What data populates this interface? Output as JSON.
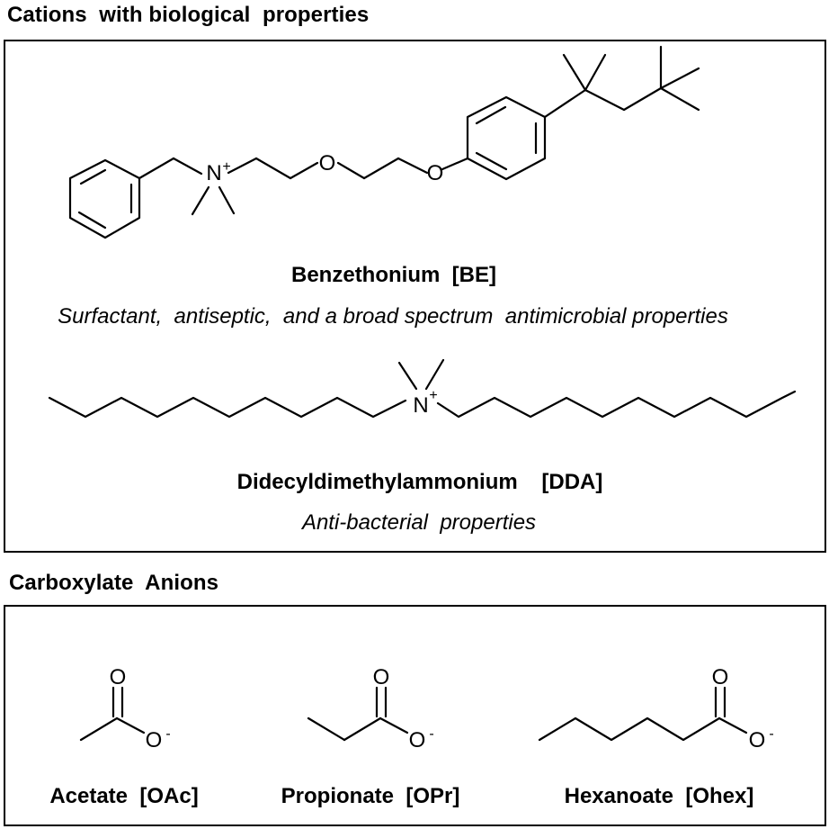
{
  "cations_section": {
    "title": "Cations  with biological  properties",
    "compounds": [
      {
        "name": "Benzethonium  [BE]",
        "description": "Surfactant,  antiseptic,  and a broad spectrum  antimicrobial properties"
      },
      {
        "name": "Didecyldimethylammonium    [DDA]",
        "description": "Anti-bacterial  properties"
      }
    ]
  },
  "anions_section": {
    "title": "Carboxylate  Anions",
    "compounds": [
      {
        "name": "Acetate  [OAc]"
      },
      {
        "name": "Propionate  [OPr]"
      },
      {
        "name": "Hexanoate  [Ohex]"
      }
    ]
  },
  "atom_labels": {
    "nitrogen": "N",
    "oxygen": "O",
    "positive_charge": "+",
    "negative_charge": "-"
  }
}
